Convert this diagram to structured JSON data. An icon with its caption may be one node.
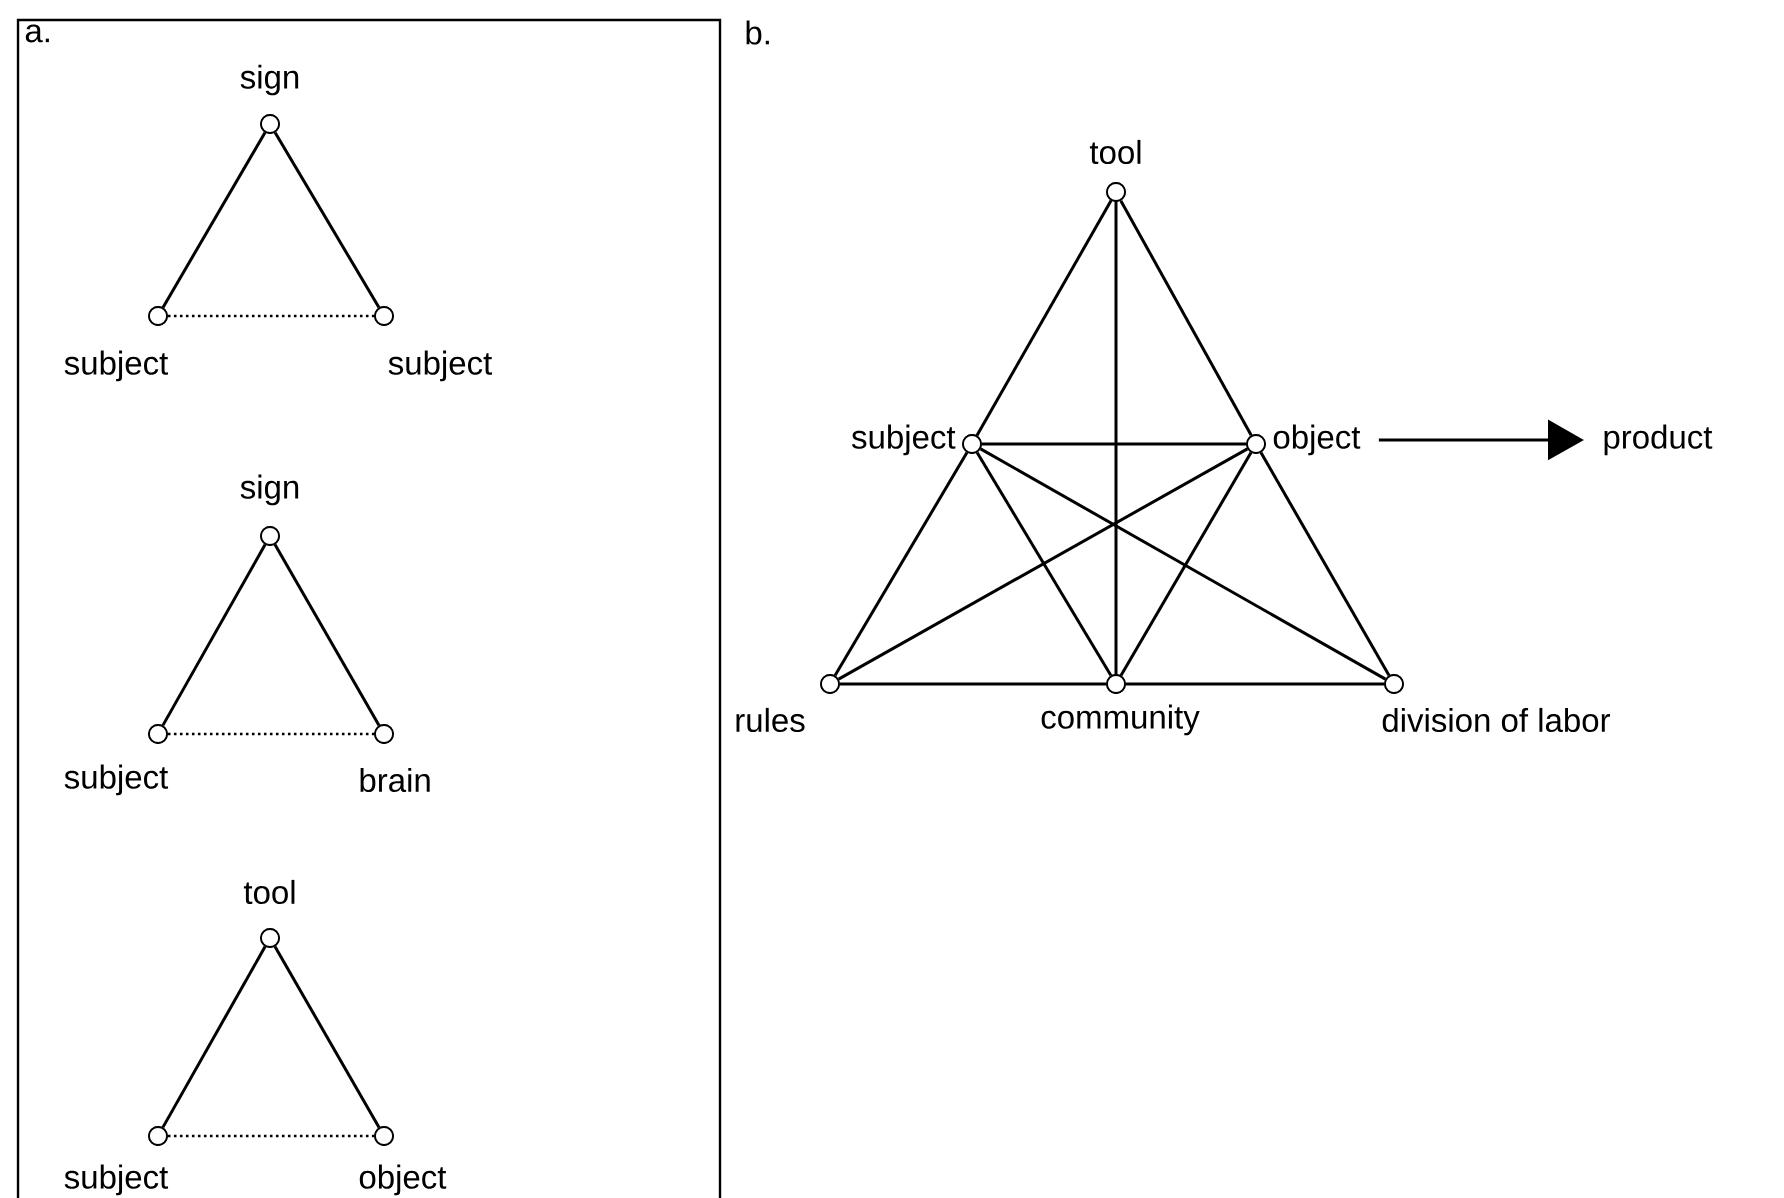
{
  "diagram": {
    "nodes": [
      {
        "text": [
          "sign"
        ]
      },
      {
        "text": [
          "subject"
        ]
      },
      {
        "text": [
          "subject"
        ]
      },
      {
        "text": [
          "sign"
        ]
      },
      {
        "text": [
          "subject"
        ]
      },
      {
        "text": [
          "brain"
        ]
      },
      {
        "text": [
          "tool"
        ]
      },
      {
        "text": [
          "subject"
        ]
      },
      {
        "text": [
          "object"
        ]
      },
      {
        "text": [
          "tool"
        ]
      },
      {
        "text": [
          "subject"
        ]
      },
      {
        "text": [
          "object"
        ]
      },
      {
        "text": [
          "rules"
        ]
      },
      {
        "text": [
          "community"
        ]
      },
      {
        "text": [
          "division of labor"
        ]
      },
      {
        "text": [
          "product"
        ]
      }
    ],
    "edges": [
      {
        "from": 0,
        "to": 1,
        "arrow": "none"
      },
      {
        "from": 0,
        "to": 2,
        "arrow": "none"
      },
      {
        "from": 1,
        "to": 2,
        "arrow": "none",
        "style": "dashed"
      },
      {
        "from": 3,
        "to": 4,
        "arrow": "none"
      },
      {
        "from": 3,
        "to": 5,
        "arrow": "none"
      },
      {
        "from": 4,
        "to": 5,
        "arrow": "none",
        "style": "dashed"
      },
      {
        "from": 6,
        "to": 7,
        "arrow": "none"
      },
      {
        "from": 6,
        "to": 8,
        "arrow": "none"
      },
      {
        "from": 7,
        "to": 8,
        "arrow": "none",
        "style": "dashed"
      },
      {
        "from": 9,
        "to": 10,
        "arrow": "none"
      },
      {
        "from": 9,
        "to": 11,
        "arrow": "none"
      },
      {
        "from": 10,
        "to": 11,
        "arrow": "none"
      },
      {
        "from": 10,
        "to": 12,
        "arrow": "none"
      },
      {
        "from": 10,
        "to": 13,
        "arrow": "none"
      },
      {
        "from": 11,
        "to": 13,
        "arrow": "none"
      },
      {
        "from": 11,
        "to": 14,
        "arrow": "none"
      },
      {
        "from": 12,
        "to": 13,
        "arrow": "none"
      },
      {
        "from": 13,
        "to": 14,
        "arrow": "none"
      },
      {
        "from": 9,
        "to": 13,
        "arrow": "none"
      },
      {
        "from": 10,
        "to": 14,
        "arrow": "none"
      },
      {
        "from": 11,
        "to": 12,
        "arrow": "none"
      },
      {
        "from": 11,
        "to": 15,
        "arrow": "to"
      }
    ],
    "labels": [
      "a.",
      "b."
    ]
  }
}
